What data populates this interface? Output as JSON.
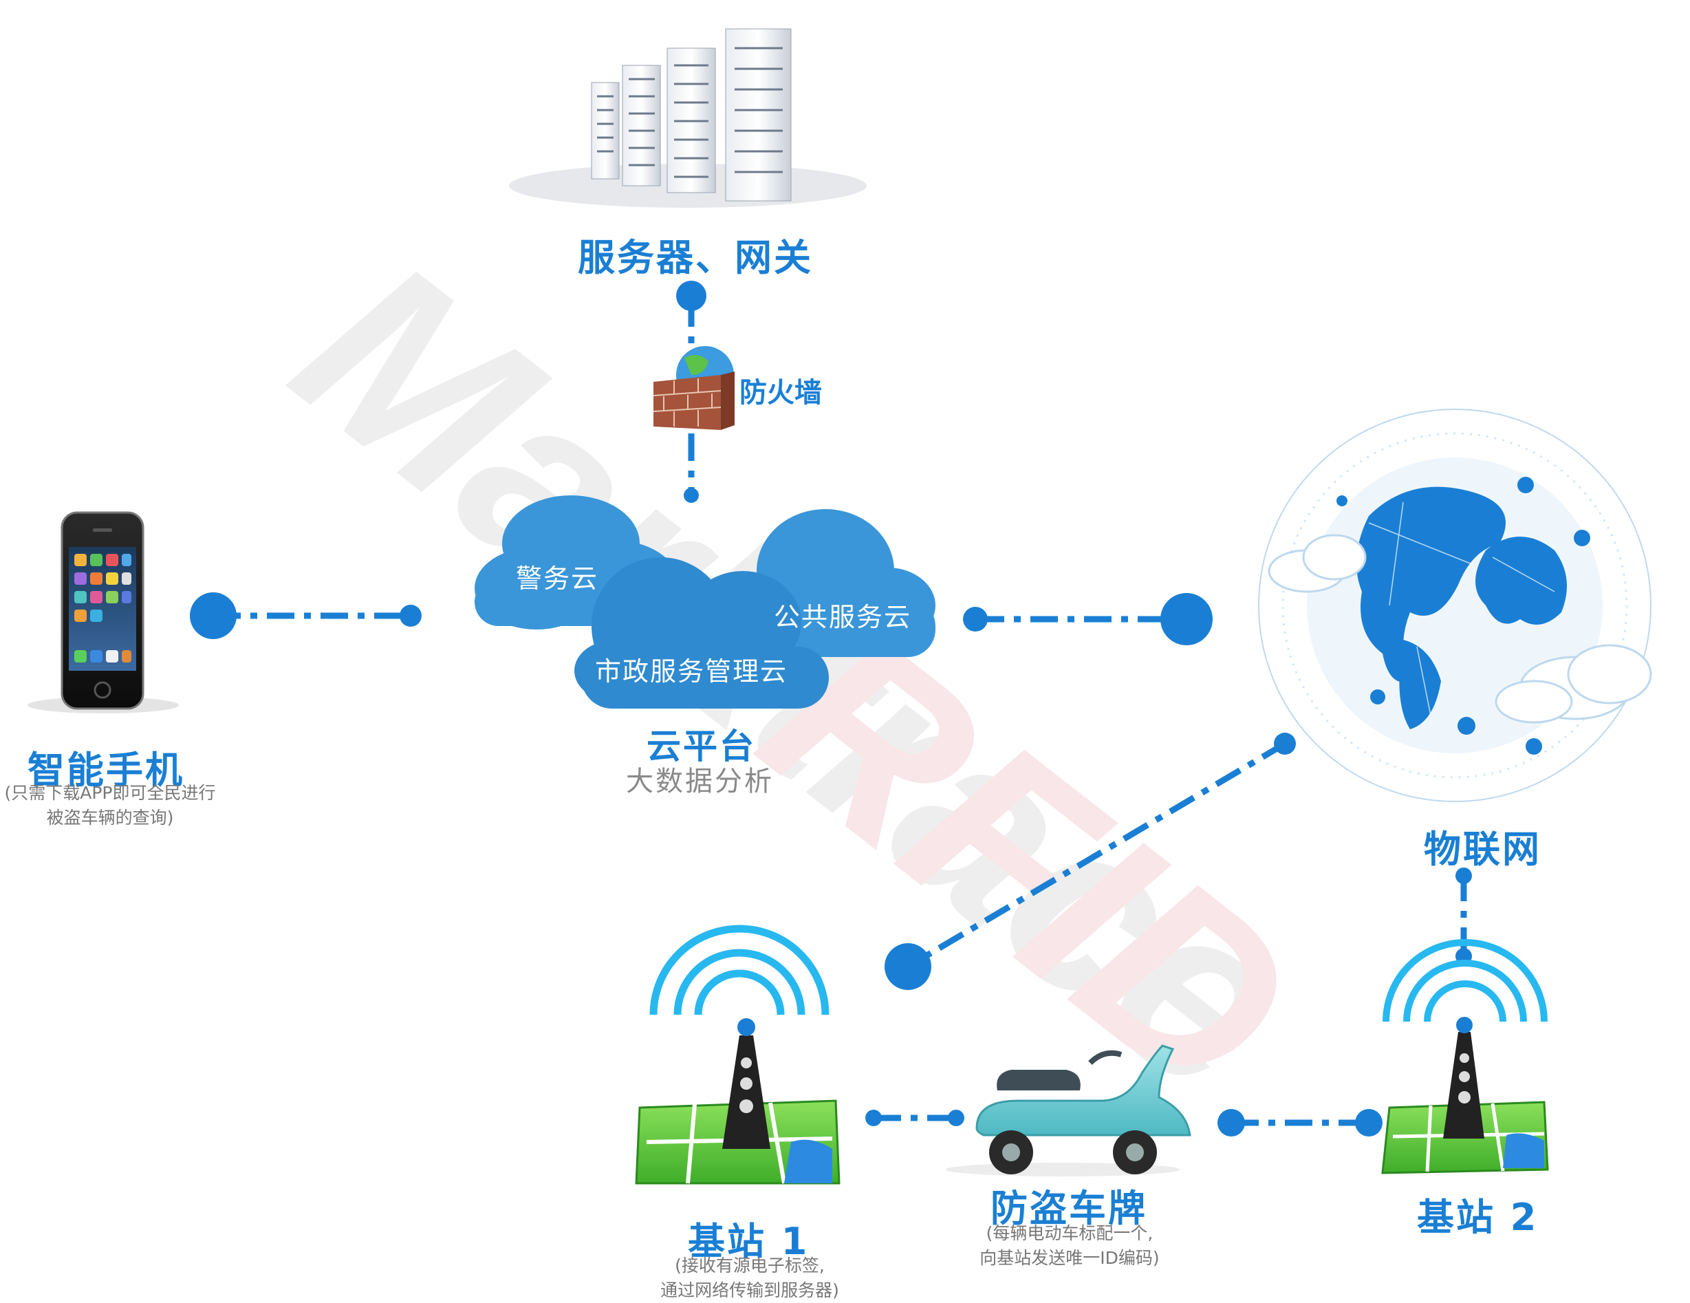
{
  "watermark": {
    "line1": "Marktrace",
    "line2": "RFID",
    "reg": "®"
  },
  "nodes": {
    "server": {
      "label": "服务器、网关"
    },
    "firewall": {
      "label": "防火墙"
    },
    "phone": {
      "label": "智能手机",
      "note_line1": "(只需下载APP即可全民进行",
      "note_line2": "被盗车辆的查询)"
    },
    "cloud": {
      "label": "云平台",
      "sub": "大数据分析",
      "clouds": [
        "警务云",
        "公共服务云",
        "市政服务管理云"
      ]
    },
    "iot": {
      "label": "物联网"
    },
    "station1": {
      "label": "基站 1",
      "note_line1": "(接收有源电子标签,",
      "note_line2": "通过网络传输到服务器)"
    },
    "plate": {
      "label": "防盗车牌",
      "note_line1": "(每辆电动车标配一个,",
      "note_line2": "向基站发送唯一ID编码)"
    },
    "station2": {
      "label": "基站 2"
    }
  },
  "colors": {
    "accent": "#1a7fd4",
    "cloud": "#3a96d8",
    "brick": "#a5533a"
  }
}
